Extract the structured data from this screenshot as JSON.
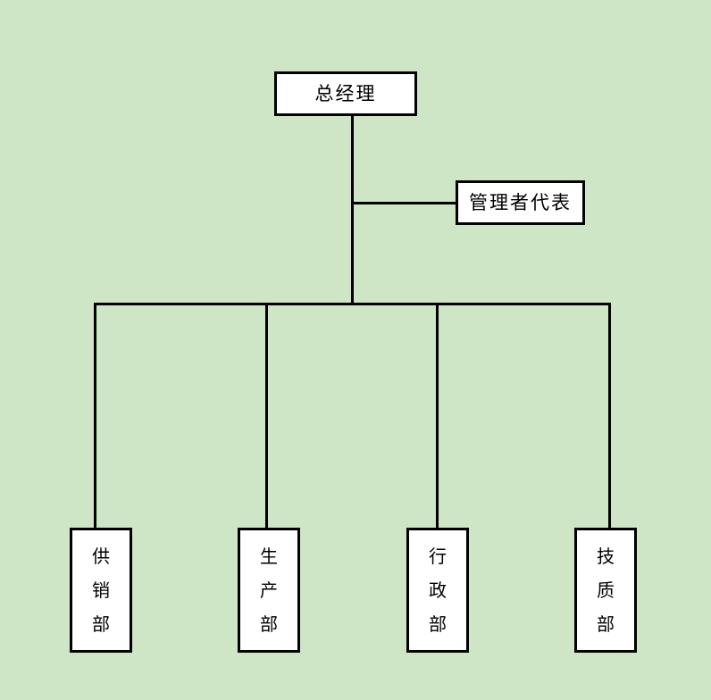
{
  "diagram": {
    "type": "organization-chart",
    "background_color": "#cee5c6",
    "node_fill_color": "#ffffff",
    "line_color": "#000000",
    "top": {
      "label": "总经理"
    },
    "staff": {
      "label": "管理者代表"
    },
    "departments": [
      {
        "label": "供销部",
        "chars": [
          "供",
          "销",
          "部"
        ]
      },
      {
        "label": "生产部",
        "chars": [
          "生",
          "产",
          "部"
        ]
      },
      {
        "label": "行政部",
        "chars": [
          "行",
          "政",
          "部"
        ]
      },
      {
        "label": "技质部",
        "chars": [
          "技",
          "质",
          "部"
        ]
      }
    ]
  }
}
